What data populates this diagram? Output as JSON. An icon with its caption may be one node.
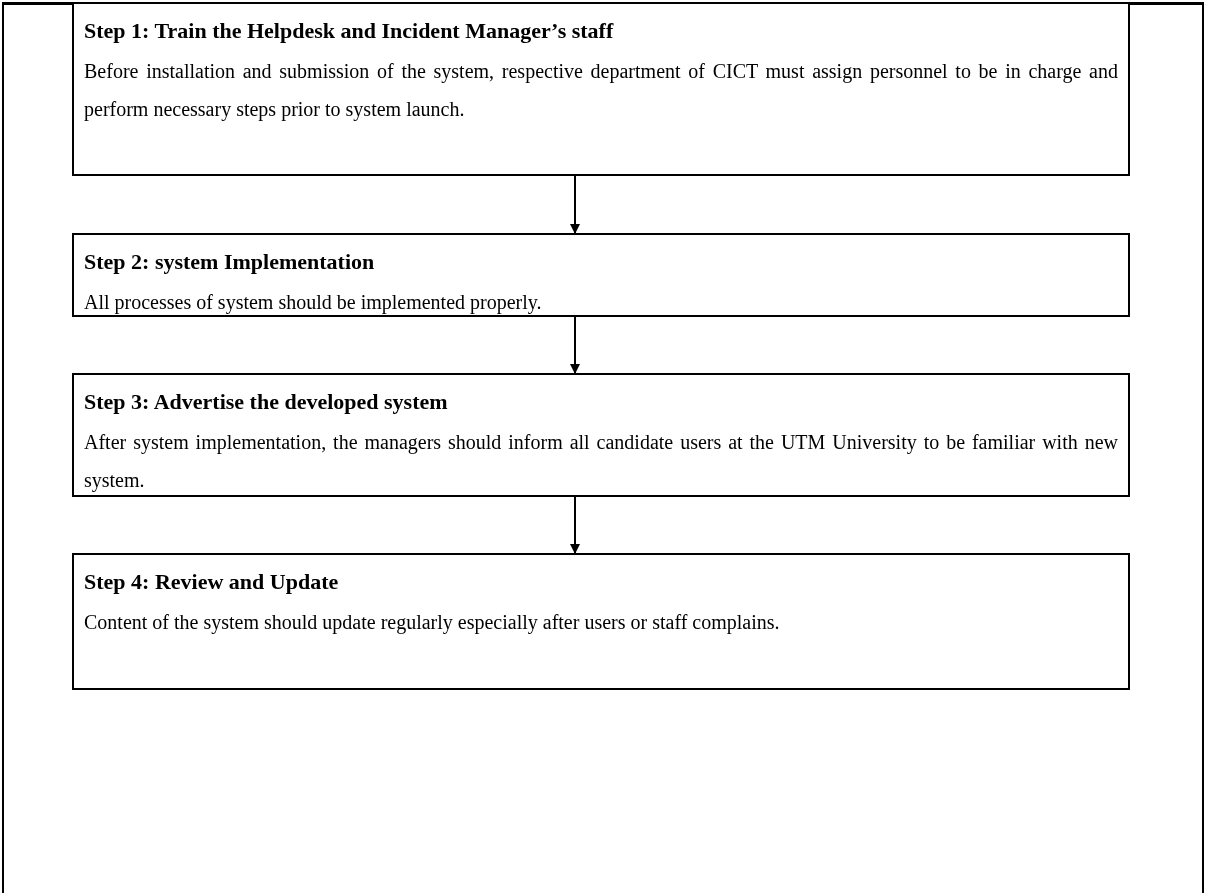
{
  "diagram": {
    "nodes": [
      {
        "text": [
          "Step 1: Train the Helpdesk and Incident Manager’s staff",
          "Before installation and submission of the system, respective department of CICT must assign personnel to be in charge and perform necessary steps prior to system launch."
        ]
      },
      {
        "text": [
          "Step 2: system Implementation",
          "All processes of system should be implemented properly."
        ]
      },
      {
        "text": [
          "Step 3: Advertise the developed system",
          "After system implementation, the managers should inform all candidate users at the UTM University to be familiar with new system."
        ]
      },
      {
        "text": [
          "Step 4: Review and Update",
          "Content of the system should update regularly especially after users or staff complains."
        ]
      }
    ],
    "edges": [
      {
        "from": 0,
        "to": 1,
        "arrow": "to"
      },
      {
        "from": 1,
        "to": 2,
        "arrow": "to"
      },
      {
        "from": 2,
        "to": 3,
        "arrow": "to"
      }
    ]
  }
}
